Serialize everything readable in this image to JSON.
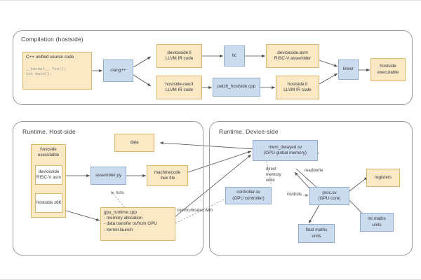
{
  "panels": [
    {
      "id": "compilation",
      "title": "Compilation (hostside)"
    },
    {
      "id": "runtime_host",
      "title": "Runtime, Host-side"
    },
    {
      "id": "runtime_device",
      "title": "Runtime, Device-side"
    }
  ],
  "compilation": {
    "source": {
      "title": "C++ unified source code",
      "code_line1": "__kernel__ foo();",
      "code_line2": "int main();"
    },
    "clang": "clang++",
    "deviceside_ll": {
      "l1": "deviceside.ll",
      "l2": "LLVM IR code"
    },
    "llc": "llc",
    "deviceside_asm": {
      "l1": "deviceside.asm",
      "l2": "RISC-V assembler"
    },
    "hostside_raw_ll": {
      "l1": "hostside-raw.ll",
      "l2": "LLVM IR code"
    },
    "patch": "patch_hostside.cpp",
    "hostside_ll": {
      "l1": "hostside.ll",
      "l2": "LLVM IR code"
    },
    "linker": "linker",
    "hostside_exe": {
      "l1": "hostside",
      "l2": "executable"
    }
  },
  "runtime_host": {
    "exe_container": {
      "l1": "hostside",
      "l2": "executable"
    },
    "deviceside_asm": {
      "l1": "deviceside",
      "l2": "RISC-V asm"
    },
    "hostside_x86": "hostside x86",
    "data": "data",
    "assembler": "assembler.py",
    "machinecode": {
      "l1": "machinecode",
      "l2": ".hex file"
    },
    "gpu_runtime": {
      "l1": "gpu_runtime.cpp",
      "l2": "- memory allocation",
      "l3": "- data transfer to/from GPU",
      "l4": "- kernel launch"
    },
    "label_runs": "runs",
    "label_communicates": "communicates with"
  },
  "runtime_device": {
    "mem_delayed": {
      "l1": "mem_delayed.sv",
      "l2": "(GPU global memory)"
    },
    "controller": {
      "l1": "controller.sv",
      "l2": "(GPU controller)"
    },
    "proc": {
      "l1": "proc.sv",
      "l2": "(GPU core)"
    },
    "registers": "registers",
    "float_units": {
      "l1": "float maths",
      "l2": "units"
    },
    "int_units": {
      "l1": "int maths",
      "l2": "units"
    },
    "label_direct_1": "direct",
    "label_direct_2": "memory",
    "label_direct_3": "write",
    "label_readwrite": "read/write",
    "label_controls": "controls"
  },
  "colors": {
    "yellow_fill": "#fbe9c6",
    "yellow_stroke": "#d9b86a",
    "blue_fill": "#ccdcef",
    "blue_stroke": "#93aecd",
    "panel_stroke": "#9a9a9a",
    "arrow": "#5a5a5a",
    "text": "#32363c"
  }
}
